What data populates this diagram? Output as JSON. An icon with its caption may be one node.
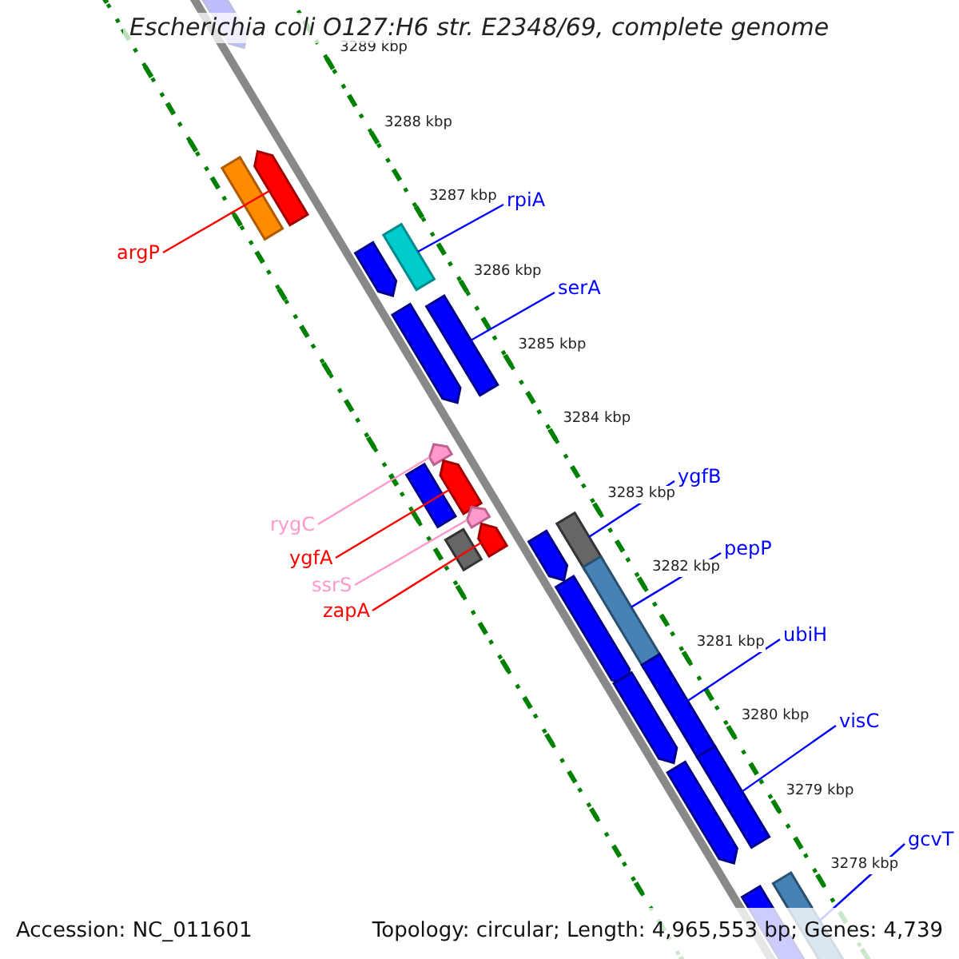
{
  "diagram": {
    "title": "Escherichia coli O127:H6 str. E2348/69, complete genome",
    "nodes": [
      {
        "text": [
          "rpiA"
        ]
      },
      {
        "text": [],
        "shape": "arrow"
      },
      {
        "text": [
          "argP"
        ]
      },
      {
        "text": [],
        "shape": "arrow"
      },
      {
        "text": [
          "serA"
        ]
      },
      {
        "text": [],
        "shape": "arrow"
      },
      {
        "text": [
          "ygfB"
        ]
      },
      {
        "text": [],
        "shape": "arrow"
      },
      {
        "text": [
          "rygC"
        ]
      },
      {
        "text": [],
        "shape": "arrow"
      },
      {
        "text": [
          "pepP"
        ]
      },
      {
        "text": [],
        "shape": "arrow"
      },
      {
        "text": [
          "ygfA"
        ]
      },
      {
        "text": [],
        "shape": "arrow"
      },
      {
        "text": [
          "ssrS"
        ]
      },
      {
        "text": [],
        "shape": "arrow"
      },
      {
        "text": [
          "zapA"
        ]
      },
      {
        "text": [],
        "shape": "arrow"
      },
      {
        "text": [
          "ubiH"
        ]
      },
      {
        "text": [],
        "shape": "arrow"
      },
      {
        "text": [
          "visC"
        ]
      },
      {
        "text": [],
        "shape": "arrow"
      },
      {
        "text": [
          "gcvT"
        ]
      },
      {
        "text": [],
        "shape": "arrow"
      },
      {
        "text": [],
        "shape": "arrow"
      },
      {
        "text": [],
        "shape": "arrow"
      },
      {
        "text": [],
        "shape": "arrow"
      },
      {
        "text": [],
        "shape": "arrow"
      },
      {
        "text": [],
        "shape": "arrow"
      },
      {
        "text": [],
        "shape": "arrow"
      },
      {
        "text": [],
        "shape": "arrow"
      },
      {
        "text": [],
        "shape": "arrow"
      },
      {
        "text": [],
        "shape": "arrow"
      },
      {
        "text": [],
        "shape": "arrow"
      },
      {
        "text": [],
        "shape": "arrow"
      }
    ],
    "edges": [
      {
        "from": 0,
        "to": 1,
        "arrow": "none"
      },
      {
        "from": 2,
        "to": 3,
        "arrow": "none",
        "color": "#ff0000"
      },
      {
        "from": 4,
        "to": 5,
        "arrow": "none"
      },
      {
        "from": 6,
        "to": 7,
        "arrow": "none"
      },
      {
        "from": 8,
        "to": 9,
        "arrow": "none",
        "color": "#ff99cc"
      },
      {
        "from": 10,
        "to": 11,
        "arrow": "none"
      },
      {
        "from": 12,
        "to": 13,
        "arrow": "none",
        "color": "#ff0000"
      },
      {
        "from": 14,
        "to": 15,
        "arrow": "none",
        "color": "#ff99cc"
      },
      {
        "from": 16,
        "to": 17,
        "arrow": "none",
        "color": "#ff0000"
      },
      {
        "from": 18,
        "to": 19,
        "arrow": "none"
      },
      {
        "from": 20,
        "to": 21,
        "arrow": "none"
      },
      {
        "from": 22,
        "to": 23,
        "arrow": "none"
      }
    ],
    "labels": [
      "3289 kbp",
      "3288 kbp",
      "3287 kbp",
      "3286 kbp",
      "3285 kbp",
      "3284 kbp",
      "3283 kbp",
      "3282 kbp",
      "3281 kbp",
      "3280 kbp",
      "3279 kbp",
      "3278 kbp",
      "Accession: NC_011601",
      "Topology: circular; Length: 4,965,553 bp; Genes: 4,739"
    ]
  }
}
